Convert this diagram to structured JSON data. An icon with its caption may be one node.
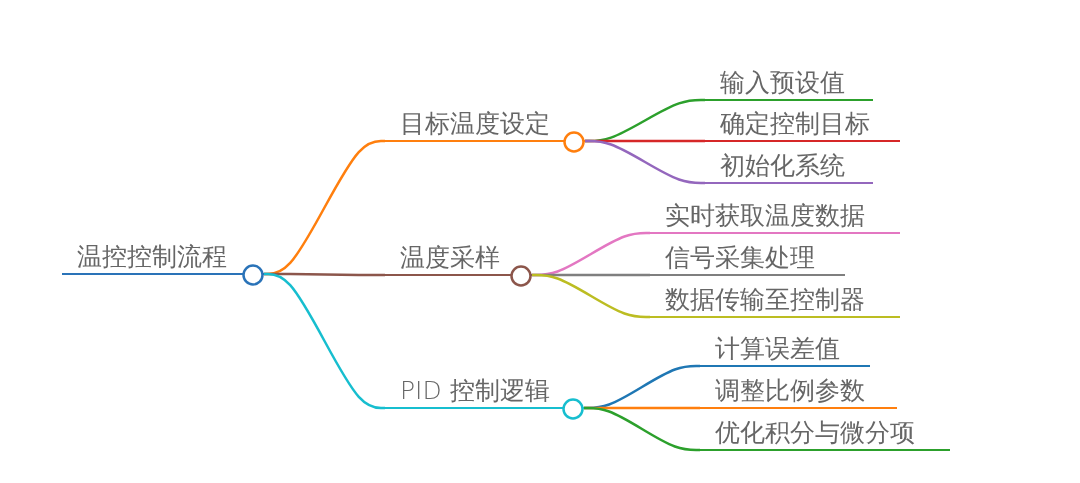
{
  "diagram": {
    "nodes": [
      {
        "text": [
          "温控控制流程"
        ]
      },
      {
        "text": [
          "目标温度设定"
        ]
      },
      {
        "text": [
          "输入预设值"
        ]
      },
      {
        "text": [
          "确定控制目标"
        ]
      },
      {
        "text": [
          "初始化系统"
        ]
      },
      {
        "text": [
          "温度采样"
        ]
      },
      {
        "text": [
          "实时获取温度数据"
        ]
      },
      {
        "text": [
          "信号采集处理"
        ]
      },
      {
        "text": [
          "数据传输至控制器"
        ]
      },
      {
        "text": [
          "PID 控制逻辑"
        ]
      },
      {
        "text": [
          "计算误差值"
        ]
      },
      {
        "text": [
          "调整比例参数"
        ]
      },
      {
        "text": [
          "优化积分与微分项"
        ]
      }
    ],
    "edges": [
      {
        "from": 0,
        "to": 1,
        "arrow": "none",
        "color": "#ff7f0e"
      },
      {
        "from": 0,
        "to": 5,
        "arrow": "none",
        "color": "#8c564b"
      },
      {
        "from": 0,
        "to": 9,
        "arrow": "none",
        "color": "#17becf"
      },
      {
        "from": 1,
        "to": 2,
        "arrow": "none",
        "color": "#2ca02c"
      },
      {
        "from": 1,
        "to": 3,
        "arrow": "none",
        "color": "#d62728"
      },
      {
        "from": 1,
        "to": 4,
        "arrow": "none",
        "color": "#9467bd"
      },
      {
        "from": 5,
        "to": 6,
        "arrow": "none",
        "color": "#e377c2"
      },
      {
        "from": 5,
        "to": 7,
        "arrow": "none",
        "color": "#7f7f7f"
      },
      {
        "from": 5,
        "to": 8,
        "arrow": "none",
        "color": "#bcbd22"
      },
      {
        "from": 9,
        "to": 10,
        "arrow": "none",
        "color": "#1f77b4"
      },
      {
        "from": 9,
        "to": 11,
        "arrow": "none",
        "color": "#ff7f0e"
      },
      {
        "from": 9,
        "to": 12,
        "arrow": "none",
        "color": "#2ca02c"
      }
    ]
  }
}
